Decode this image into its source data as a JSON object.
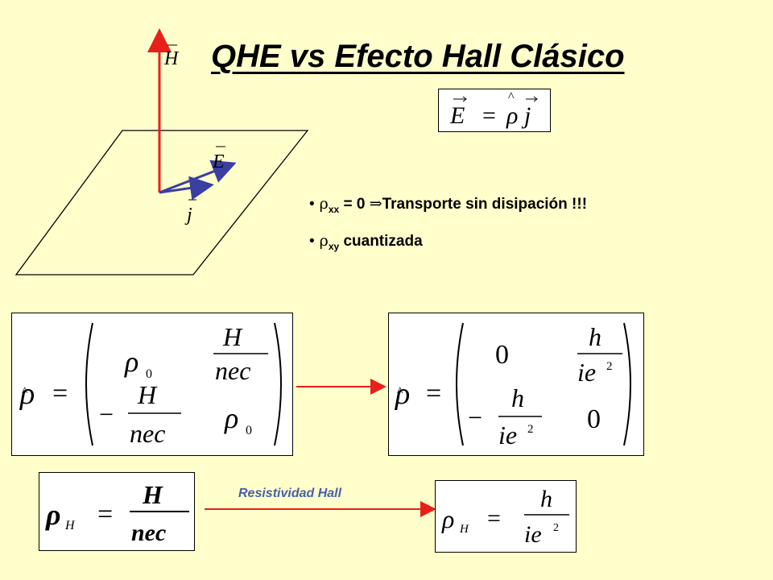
{
  "slide": {
    "title": "QHE vs Efecto Hall Clásico"
  },
  "diagram": {
    "labels": {
      "field": "H",
      "electric": "E",
      "current": "j"
    }
  },
  "top_equation": {
    "lhs": "E",
    "eq": "=",
    "rho": "ρ",
    "j": "j"
  },
  "bullets": [
    {
      "symbol": "ρ",
      "sub": "xx",
      "text": " = 0 ",
      "arrow": "⇒",
      "rest": "Transporte sin disipación !!!"
    },
    {
      "symbol": "ρ",
      "sub": "xy",
      "text": " cuantizada",
      "arrow": "",
      "rest": ""
    }
  ],
  "classical_matrix": {
    "rho": "ρ",
    "eq": "=",
    "r0": "ρ",
    "sub0": "0",
    "H": "H",
    "nec": "nec",
    "minus": "−"
  },
  "quantum_matrix": {
    "rho": "ρ",
    "eq": "=",
    "zero": "0",
    "h": "h",
    "ie": "ie",
    "sq": "2",
    "minus": "−"
  },
  "hall_classical": {
    "rho": "ρ",
    "sub": "H",
    "eq": "=",
    "num": "H",
    "den": "nec"
  },
  "hall_quantum": {
    "rho": "ρ",
    "sub": "H",
    "eq": "=",
    "num": "h",
    "den": "ie",
    "sq": "2"
  },
  "hall_label": "Resistividad Hall",
  "colors": {
    "background": "#FFFFCC",
    "field_arrow": "#E8201A",
    "vector_arrow": "#3A3FA0",
    "connector": "#E8201A",
    "label": "#4A5FA8"
  }
}
